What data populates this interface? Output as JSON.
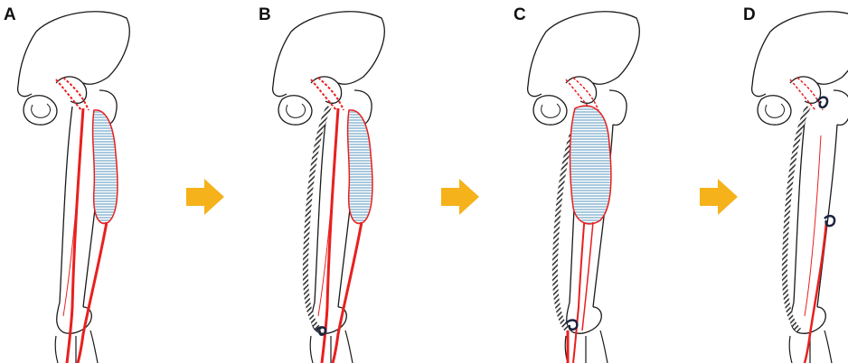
{
  "panels": [
    {
      "id": "A",
      "label": "A"
    },
    {
      "id": "B",
      "label": "B"
    },
    {
      "id": "C",
      "label": "C"
    },
    {
      "id": "D",
      "label": "D"
    }
  ],
  "colors": {
    "bone_outline": "#1a1a1a",
    "artery": "#e8201f",
    "aneurysm_fill": "#a9c9dd",
    "aneurysm_stripe": "#ffffff",
    "graft": "#333333",
    "ligature": "#1b2440",
    "arrow": "#f5b21a"
  }
}
